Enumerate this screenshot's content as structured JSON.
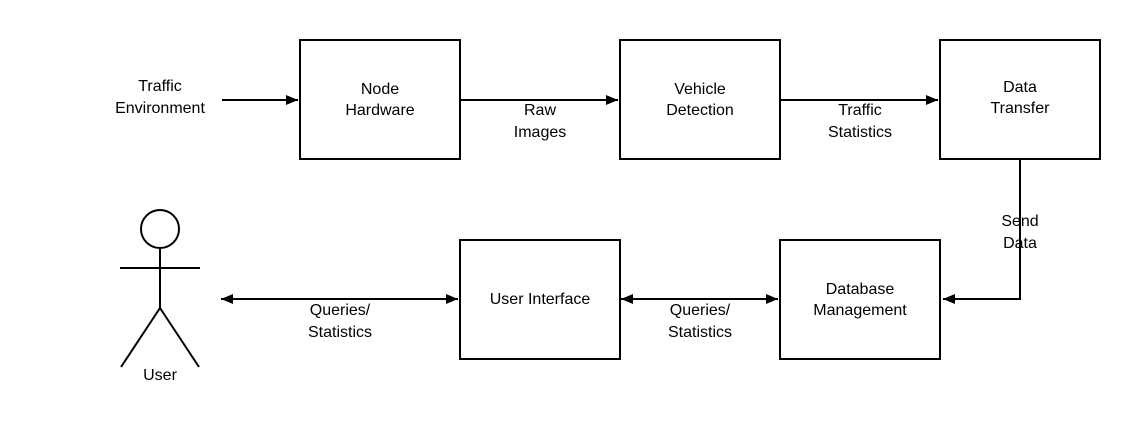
{
  "nodes": {
    "node_hardware": {
      "line1": "Node",
      "line2": "Hardware"
    },
    "vehicle_detection": {
      "line1": "Vehicle",
      "line2": "Detection"
    },
    "data_transfer": {
      "line1": "Data",
      "line2": "Transfer"
    },
    "database_management": {
      "line1": "Database",
      "line2": "Management"
    },
    "user_interface": {
      "line1": "User Interface"
    }
  },
  "inputs": {
    "traffic_environment": {
      "line1": "Traffic",
      "line2": "Environment"
    }
  },
  "actor": {
    "label": "User"
  },
  "edges": {
    "raw_images": {
      "line1": "Raw",
      "line2": "Images"
    },
    "traffic_statistics": {
      "line1": "Traffic",
      "line2": "Statistics"
    },
    "send_data": {
      "line1": "Send",
      "line2": "Data"
    },
    "db_ui": {
      "line1": "Queries/",
      "line2": "Statistics"
    },
    "ui_user": {
      "line1": "Queries/",
      "line2": "Statistics"
    }
  },
  "colors": {
    "stroke": "#000000",
    "fill": "#ffffff"
  }
}
